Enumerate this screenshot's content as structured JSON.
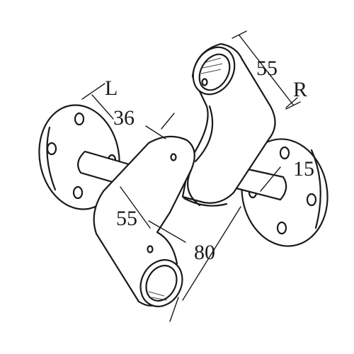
{
  "labels": {
    "left_side": "L",
    "right_side": "R"
  },
  "dimensions": {
    "top_arm_width": "55",
    "flange_offset": "36",
    "bottom_arm_width": "55",
    "tube_length": "80",
    "rod_diameter": "15"
  }
}
